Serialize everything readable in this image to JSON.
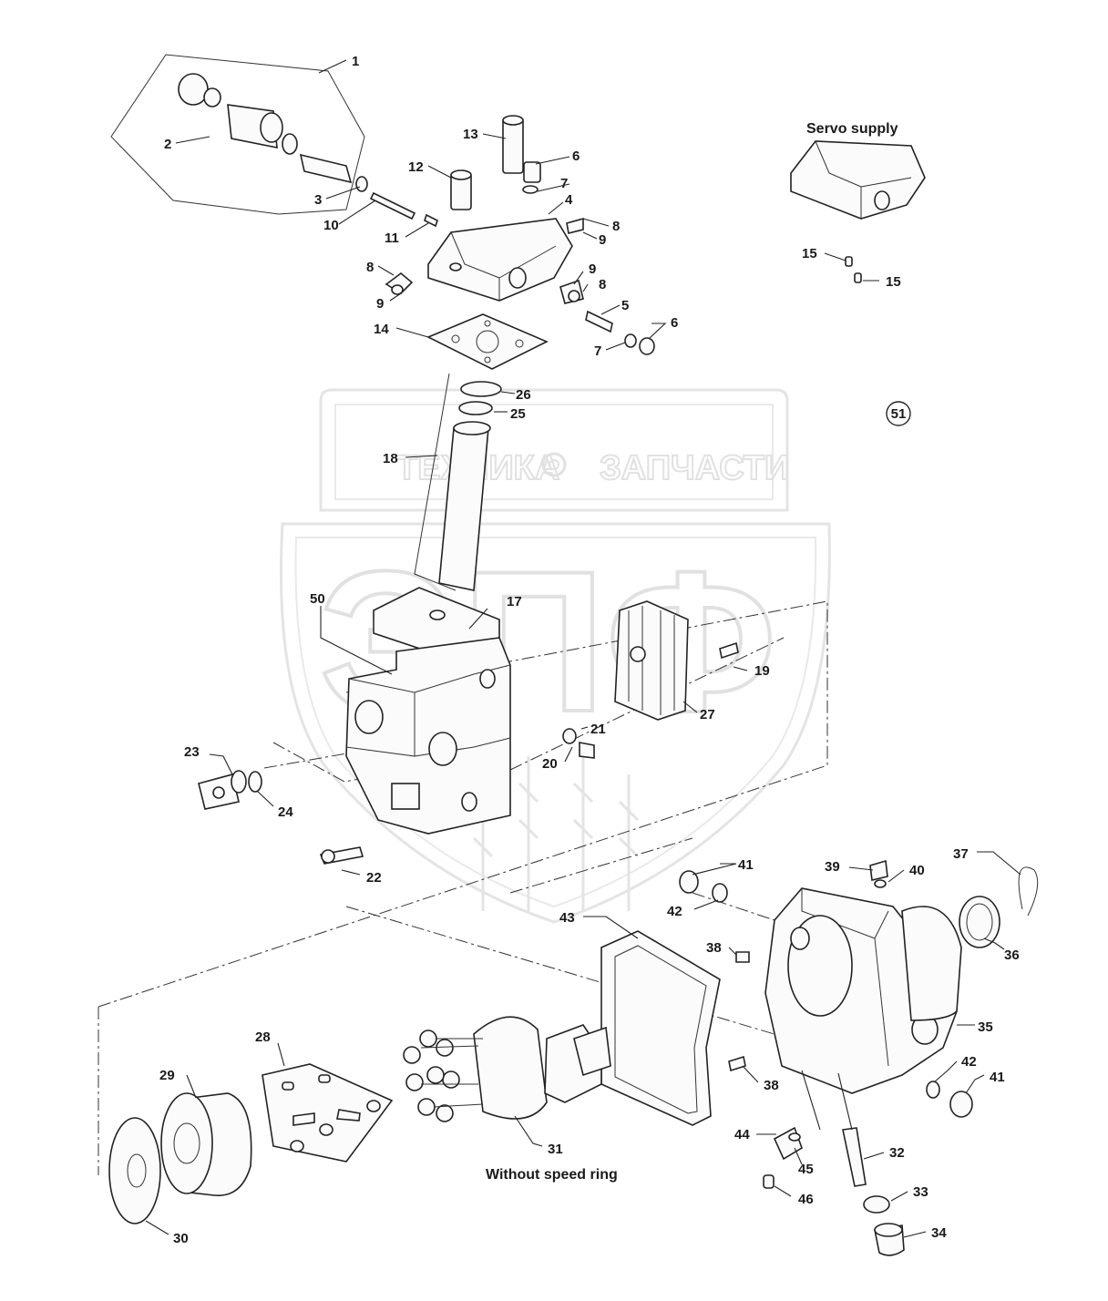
{
  "captions": {
    "servo_supply": "Servo supply",
    "without_speed_ring": "Without speed ring",
    "group_number": "51"
  },
  "watermark": {
    "line1": "ТЕХНИКА",
    "line2": "ЗАПЧАСТИ",
    "logo": "ЭПФ"
  },
  "labels": [
    {
      "id": "1",
      "text": "1"
    },
    {
      "id": "2",
      "text": "2"
    },
    {
      "id": "3",
      "text": "3"
    },
    {
      "id": "10",
      "text": "10"
    },
    {
      "id": "13",
      "text": "13"
    },
    {
      "id": "12",
      "text": "12"
    },
    {
      "id": "6a",
      "text": "6"
    },
    {
      "id": "7a",
      "text": "7"
    },
    {
      "id": "4",
      "text": "4"
    },
    {
      "id": "8a",
      "text": "8"
    },
    {
      "id": "9a",
      "text": "9"
    },
    {
      "id": "11",
      "text": "11"
    },
    {
      "id": "8b",
      "text": "8"
    },
    {
      "id": "9b",
      "text": "9"
    },
    {
      "id": "9c",
      "text": "9"
    },
    {
      "id": "8c",
      "text": "8"
    },
    {
      "id": "5",
      "text": "5"
    },
    {
      "id": "6b",
      "text": "6"
    },
    {
      "id": "7b",
      "text": "7"
    },
    {
      "id": "14",
      "text": "14"
    },
    {
      "id": "15a",
      "text": "15"
    },
    {
      "id": "15b",
      "text": "15"
    },
    {
      "id": "26",
      "text": "26"
    },
    {
      "id": "25",
      "text": "25"
    },
    {
      "id": "18",
      "text": "18"
    },
    {
      "id": "50",
      "text": "50"
    },
    {
      "id": "17",
      "text": "17"
    },
    {
      "id": "19",
      "text": "19"
    },
    {
      "id": "27",
      "text": "27"
    },
    {
      "id": "21",
      "text": "21"
    },
    {
      "id": "20",
      "text": "20"
    },
    {
      "id": "23",
      "text": "23"
    },
    {
      "id": "24",
      "text": "24"
    },
    {
      "id": "22",
      "text": "22"
    },
    {
      "id": "41a",
      "text": "41"
    },
    {
      "id": "39",
      "text": "39"
    },
    {
      "id": "40",
      "text": "40"
    },
    {
      "id": "37",
      "text": "37"
    },
    {
      "id": "42a",
      "text": "42"
    },
    {
      "id": "43",
      "text": "43"
    },
    {
      "id": "36",
      "text": "36"
    },
    {
      "id": "38a",
      "text": "38"
    },
    {
      "id": "35",
      "text": "35"
    },
    {
      "id": "28",
      "text": "28"
    },
    {
      "id": "29",
      "text": "29"
    },
    {
      "id": "38b",
      "text": "38"
    },
    {
      "id": "42b",
      "text": "42"
    },
    {
      "id": "41b",
      "text": "41"
    },
    {
      "id": "31",
      "text": "31"
    },
    {
      "id": "44",
      "text": "44"
    },
    {
      "id": "45",
      "text": "45"
    },
    {
      "id": "32",
      "text": "32"
    },
    {
      "id": "46",
      "text": "46"
    },
    {
      "id": "33",
      "text": "33"
    },
    {
      "id": "34",
      "text": "34"
    },
    {
      "id": "30",
      "text": "30"
    }
  ]
}
